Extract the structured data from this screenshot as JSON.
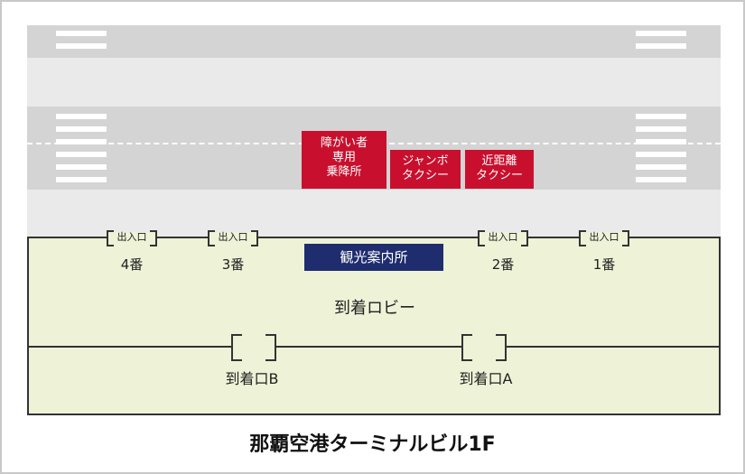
{
  "title": "那覇空港ターミナルビル1F",
  "taxi_stands": [
    {
      "lines": [
        "障がい者",
        "専用",
        "乗降所"
      ]
    },
    {
      "lines": [
        "ジャンボ",
        "タクシー"
      ]
    },
    {
      "lines": [
        "近距離",
        "タクシー"
      ]
    }
  ],
  "info_center": "観光案内所",
  "exits": [
    {
      "label": "出入口",
      "number": "4番"
    },
    {
      "label": "出入口",
      "number": "3番"
    },
    {
      "label": "出入口",
      "number": "2番"
    },
    {
      "label": "出入口",
      "number": "1番"
    }
  ],
  "lobby": "到着ロビー",
  "gates": [
    {
      "label": "到着口B"
    },
    {
      "label": "到着口A"
    }
  ],
  "colors": {
    "accessible_stand": "#c8102e",
    "info_center": "#1f2d6e",
    "building": "#eef2d7",
    "road": "#d4d4d4"
  }
}
